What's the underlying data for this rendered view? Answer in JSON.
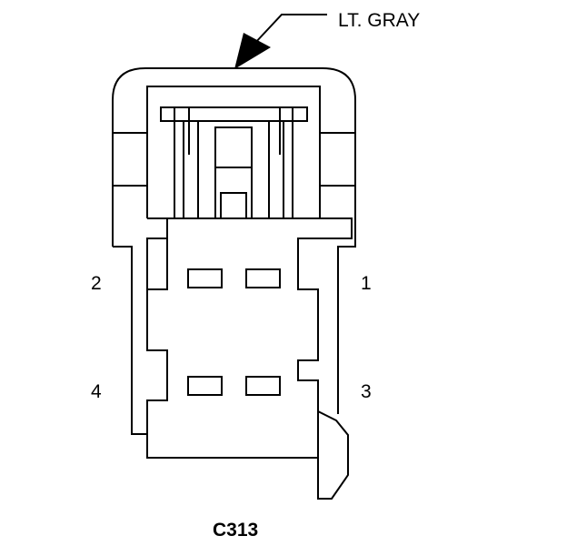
{
  "wire_color_label": "LT. GRAY",
  "connector_id": "C313",
  "pins": {
    "p1": "1",
    "p2": "2",
    "p3": "3",
    "p4": "4"
  },
  "colors": {
    "stroke": "#000000",
    "background": "#ffffff"
  }
}
